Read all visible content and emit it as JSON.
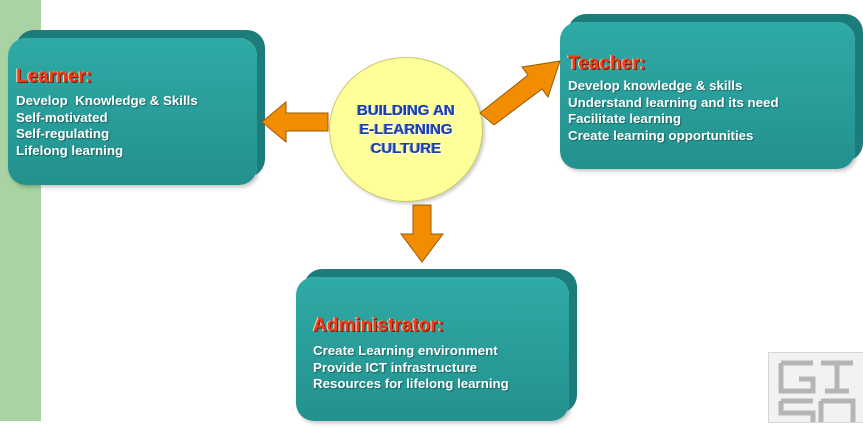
{
  "center": {
    "lines": [
      "BUILDING AN",
      "E-LEARNING",
      "CULTURE"
    ]
  },
  "learner": {
    "title": "Learner:",
    "items": [
      "Develop  Knowledge & Skills",
      "Self-motivated",
      "Self-regulating",
      "Lifelong learning"
    ]
  },
  "teacher": {
    "title": "Teacher:",
    "items": [
      "Develop knowledge & skills",
      "Understand learning and its need",
      "Facilitate learning",
      "Create learning opportunities"
    ]
  },
  "administrator": {
    "title": "Administrator:",
    "items": [
      "Create Learning environment",
      "Provide ICT infrastructure",
      "Resources for lifelong learning"
    ]
  },
  "colors": {
    "box": "#23918e",
    "title": "#e8401c",
    "center_fill": "#ffff99",
    "center_text": "#1a3fa0",
    "arrow": "#f28c00",
    "side_strip": "#a9d3a2"
  }
}
